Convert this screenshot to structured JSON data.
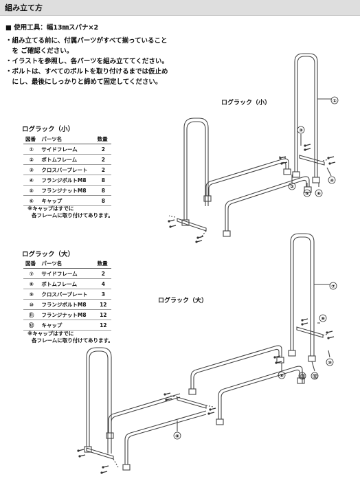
{
  "header": {
    "title": "組み立て方"
  },
  "tools": "■ 使用工具：幅13㎜スパナ×2",
  "notes": [
    "・組み立てる前に、付属パーツがすべて揃っていること",
    "　を ご確認ください。",
    "・イラストを参照し、各パーツを組み立ててください。",
    "・ボルトは、すべてのボルトを取り付けるまでは仮止め",
    "　にし、最後にしっかりと締めて固定してください。"
  ],
  "small": {
    "title": "ログラック（小）",
    "diagram_label": "ログラック（小）",
    "headers": [
      "図番",
      "パーツ名",
      "数量"
    ],
    "rows": [
      {
        "no": "①",
        "name": "サイドフレーム",
        "qty": "2"
      },
      {
        "no": "②",
        "name": "ボトムフレーム",
        "qty": "2"
      },
      {
        "no": "③",
        "name": "クロスバープレート",
        "qty": "2"
      },
      {
        "no": "④",
        "name": "フランジボルトM8",
        "qty": "8"
      },
      {
        "no": "⑤",
        "name": "フランジナットM8",
        "qty": "8"
      },
      {
        "no": "⑥",
        "name": "キャップ",
        "qty": "8"
      }
    ],
    "footnote_1": "※キャップはすでに",
    "footnote_2": "各フレームに取り付けてあります。",
    "callouts": [
      "①",
      "②",
      "③",
      "④",
      "⑤",
      "⑥"
    ]
  },
  "large": {
    "title": "ログラック（大）",
    "diagram_label": "ログラック（大）",
    "headers": [
      "図番",
      "パーツ名",
      "数量"
    ],
    "rows": [
      {
        "no": "⑦",
        "name": "サイドフレーム",
        "qty": "2"
      },
      {
        "no": "⑧",
        "name": "ボトムフレーム",
        "qty": "4"
      },
      {
        "no": "⑨",
        "name": "クロスバープレート",
        "qty": "3"
      },
      {
        "no": "⑩",
        "name": "フランジボルトM8",
        "qty": "12"
      },
      {
        "no": "⑪",
        "name": "フランジナットM8",
        "qty": "12"
      },
      {
        "no": "⑫",
        "name": "キャップ",
        "qty": "12"
      }
    ],
    "footnote_1": "※キャップはすでに",
    "footnote_2": "各フレームに取り付けてあります。",
    "callouts": [
      "⑦",
      "⑧",
      "⑨",
      "⑩",
      "⑪",
      "⑫",
      "⑧"
    ]
  }
}
